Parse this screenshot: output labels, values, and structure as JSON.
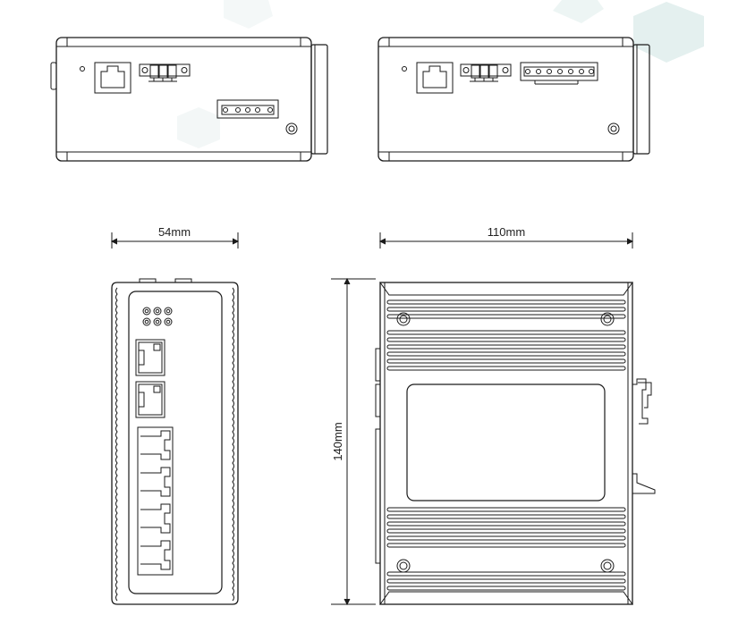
{
  "dimensions": {
    "front_width": "54mm",
    "side_depth": "110mm",
    "height": "140mm"
  },
  "colors": {
    "line": "#1a1a1a",
    "hex_decor": "#eef4f3",
    "hex_decor_dark": "#e3efee",
    "background": "#ffffff"
  }
}
